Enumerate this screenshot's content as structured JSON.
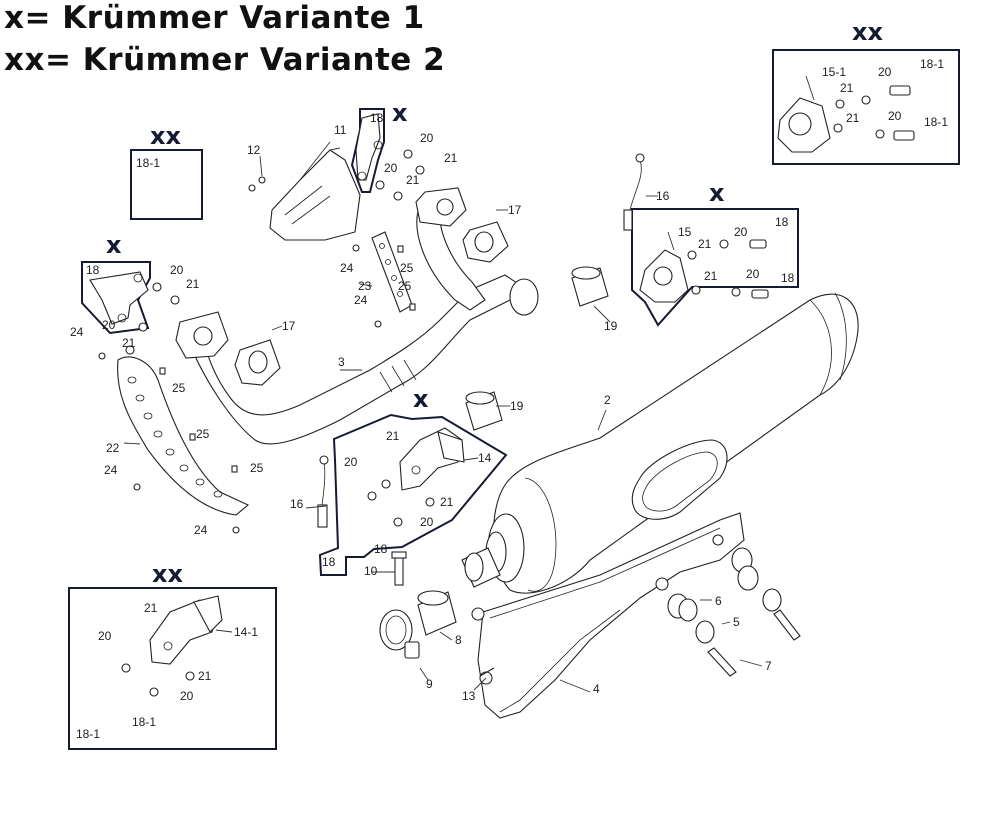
{
  "legend": {
    "line1": "x= Krümmer Variante 1",
    "line2": "xx= Krümmer Variante 2"
  },
  "variant_marks": {
    "x": "x",
    "xx": "xx"
  },
  "part_numbers": {
    "p2": "2",
    "p3": "3",
    "p4": "4",
    "p5": "5",
    "p6": "6",
    "p7": "7",
    "p8": "8",
    "p9": "9",
    "p10": "10",
    "p11": "11",
    "p12": "12",
    "p13": "13",
    "p14": "14",
    "p14_1": "14-1",
    "p15": "15",
    "p15_1": "15-1",
    "p16": "16",
    "p17": "17",
    "p18": "18",
    "p18_1": "18-1",
    "p19": "19",
    "p20": "20",
    "p21": "21",
    "p22": "22",
    "p23": "23",
    "p24": "24",
    "p25": "25"
  },
  "colors": {
    "frame": "#141b33",
    "line": "#222222",
    "background": "#ffffff"
  }
}
